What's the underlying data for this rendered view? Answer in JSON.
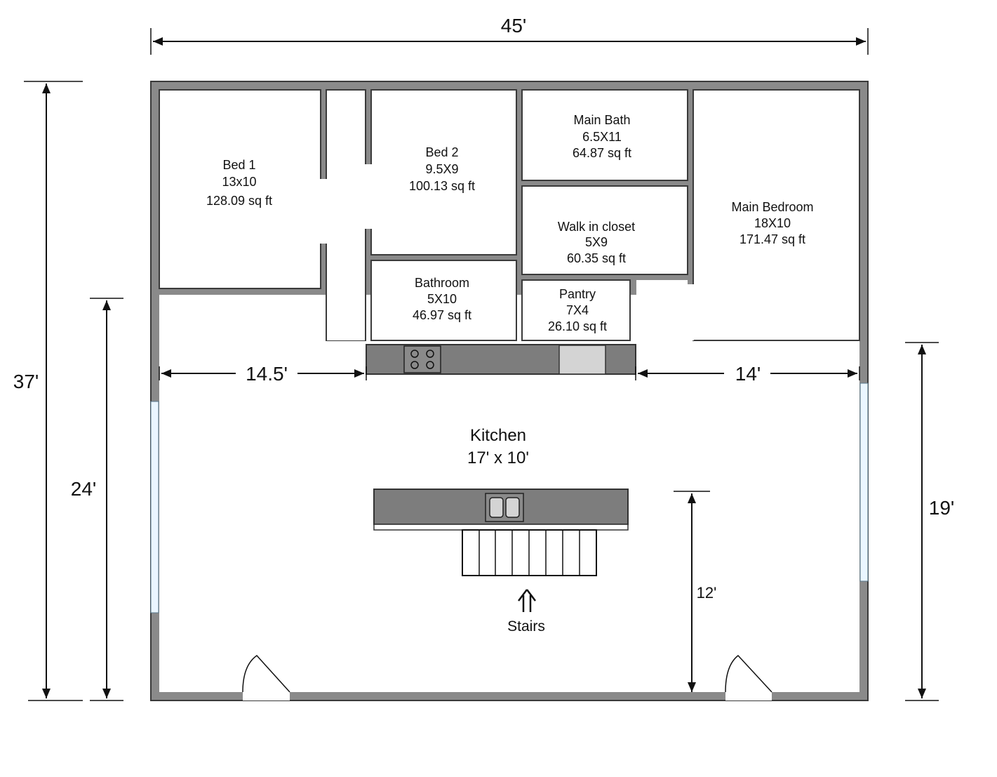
{
  "dimensions": {
    "overall_width": "45'",
    "overall_height": "37'",
    "left_lower": "24'",
    "right_lower": "19'",
    "left_kitchen_span": "14.5'",
    "right_kitchen_span": "14'",
    "stairs_to_wall": "12'"
  },
  "rooms": {
    "bed1": {
      "name": "Bed 1",
      "size": "13x10",
      "area": "128.09 sq ft"
    },
    "bed2": {
      "name": "Bed 2",
      "size": "9.5X9",
      "area": "100.13 sq ft"
    },
    "main_bath": {
      "name": "Main Bath",
      "size": "6.5X11",
      "area": "64.87 sq ft"
    },
    "walk_in_closet": {
      "name": "Walk in closet",
      "size": "5X9",
      "area": "60.35 sq ft"
    },
    "main_bedroom": {
      "name": "Main Bedroom",
      "size": "18X10",
      "area": "171.47 sq ft"
    },
    "bathroom": {
      "name": "Bathroom",
      "size": "5X10",
      "area": "46.97 sq ft"
    },
    "pantry": {
      "name": "Pantry",
      "size": "7X4",
      "area": "26.10 sq ft"
    },
    "kitchen": {
      "name": "Kitchen",
      "size": "17' x 10'"
    }
  },
  "stairs": {
    "label": "Stairs"
  },
  "colors": {
    "wall": "#8a8a8a",
    "counter": "#7d7d7d",
    "window": "#eaf6ff"
  }
}
